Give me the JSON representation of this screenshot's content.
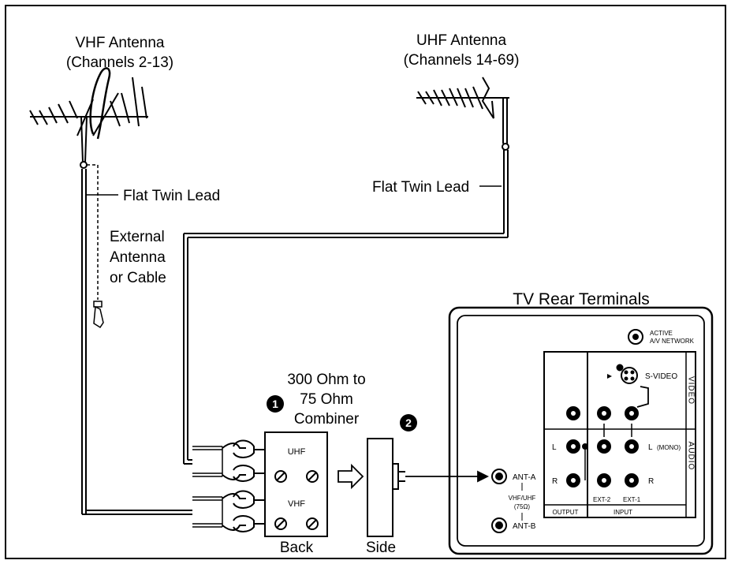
{
  "vhf_antenna": {
    "title": "VHF Antenna",
    "channels": "(Channels 2-13)"
  },
  "uhf_antenna": {
    "title": "UHF Antenna",
    "channels": "(Channels 14-69)"
  },
  "labels": {
    "flat_twin_lead_left": "Flat Twin Lead",
    "flat_twin_lead_right": "Flat Twin Lead",
    "external_line1": "External",
    "external_line2": "Antenna",
    "external_line3": "or Cable"
  },
  "combiner": {
    "line1": "300 Ohm to",
    "line2": "75 Ohm",
    "line3": "Combiner",
    "step1": "1",
    "step2": "2",
    "uhf": "UHF",
    "vhf": "VHF",
    "back": "Back",
    "side": "Side"
  },
  "tv": {
    "title": "TV Rear Terminals",
    "active_line1": "ACTIVE",
    "active_line2": "A/V NETWORK",
    "s_video": "S-VIDEO",
    "video_side": "VIDEO",
    "audio_side": "AUDIO",
    "ant_a": "ANT-A",
    "ant_b": "ANT-B",
    "vhf_uhf": "VHF/UHF",
    "ohm75": "(75Ω)",
    "L": "L",
    "R": "R",
    "mono": "(MONO)",
    "ext2": "EXT-2",
    "ext1": "EXT-1",
    "output": "OUTPUT",
    "input": "INPUT"
  }
}
